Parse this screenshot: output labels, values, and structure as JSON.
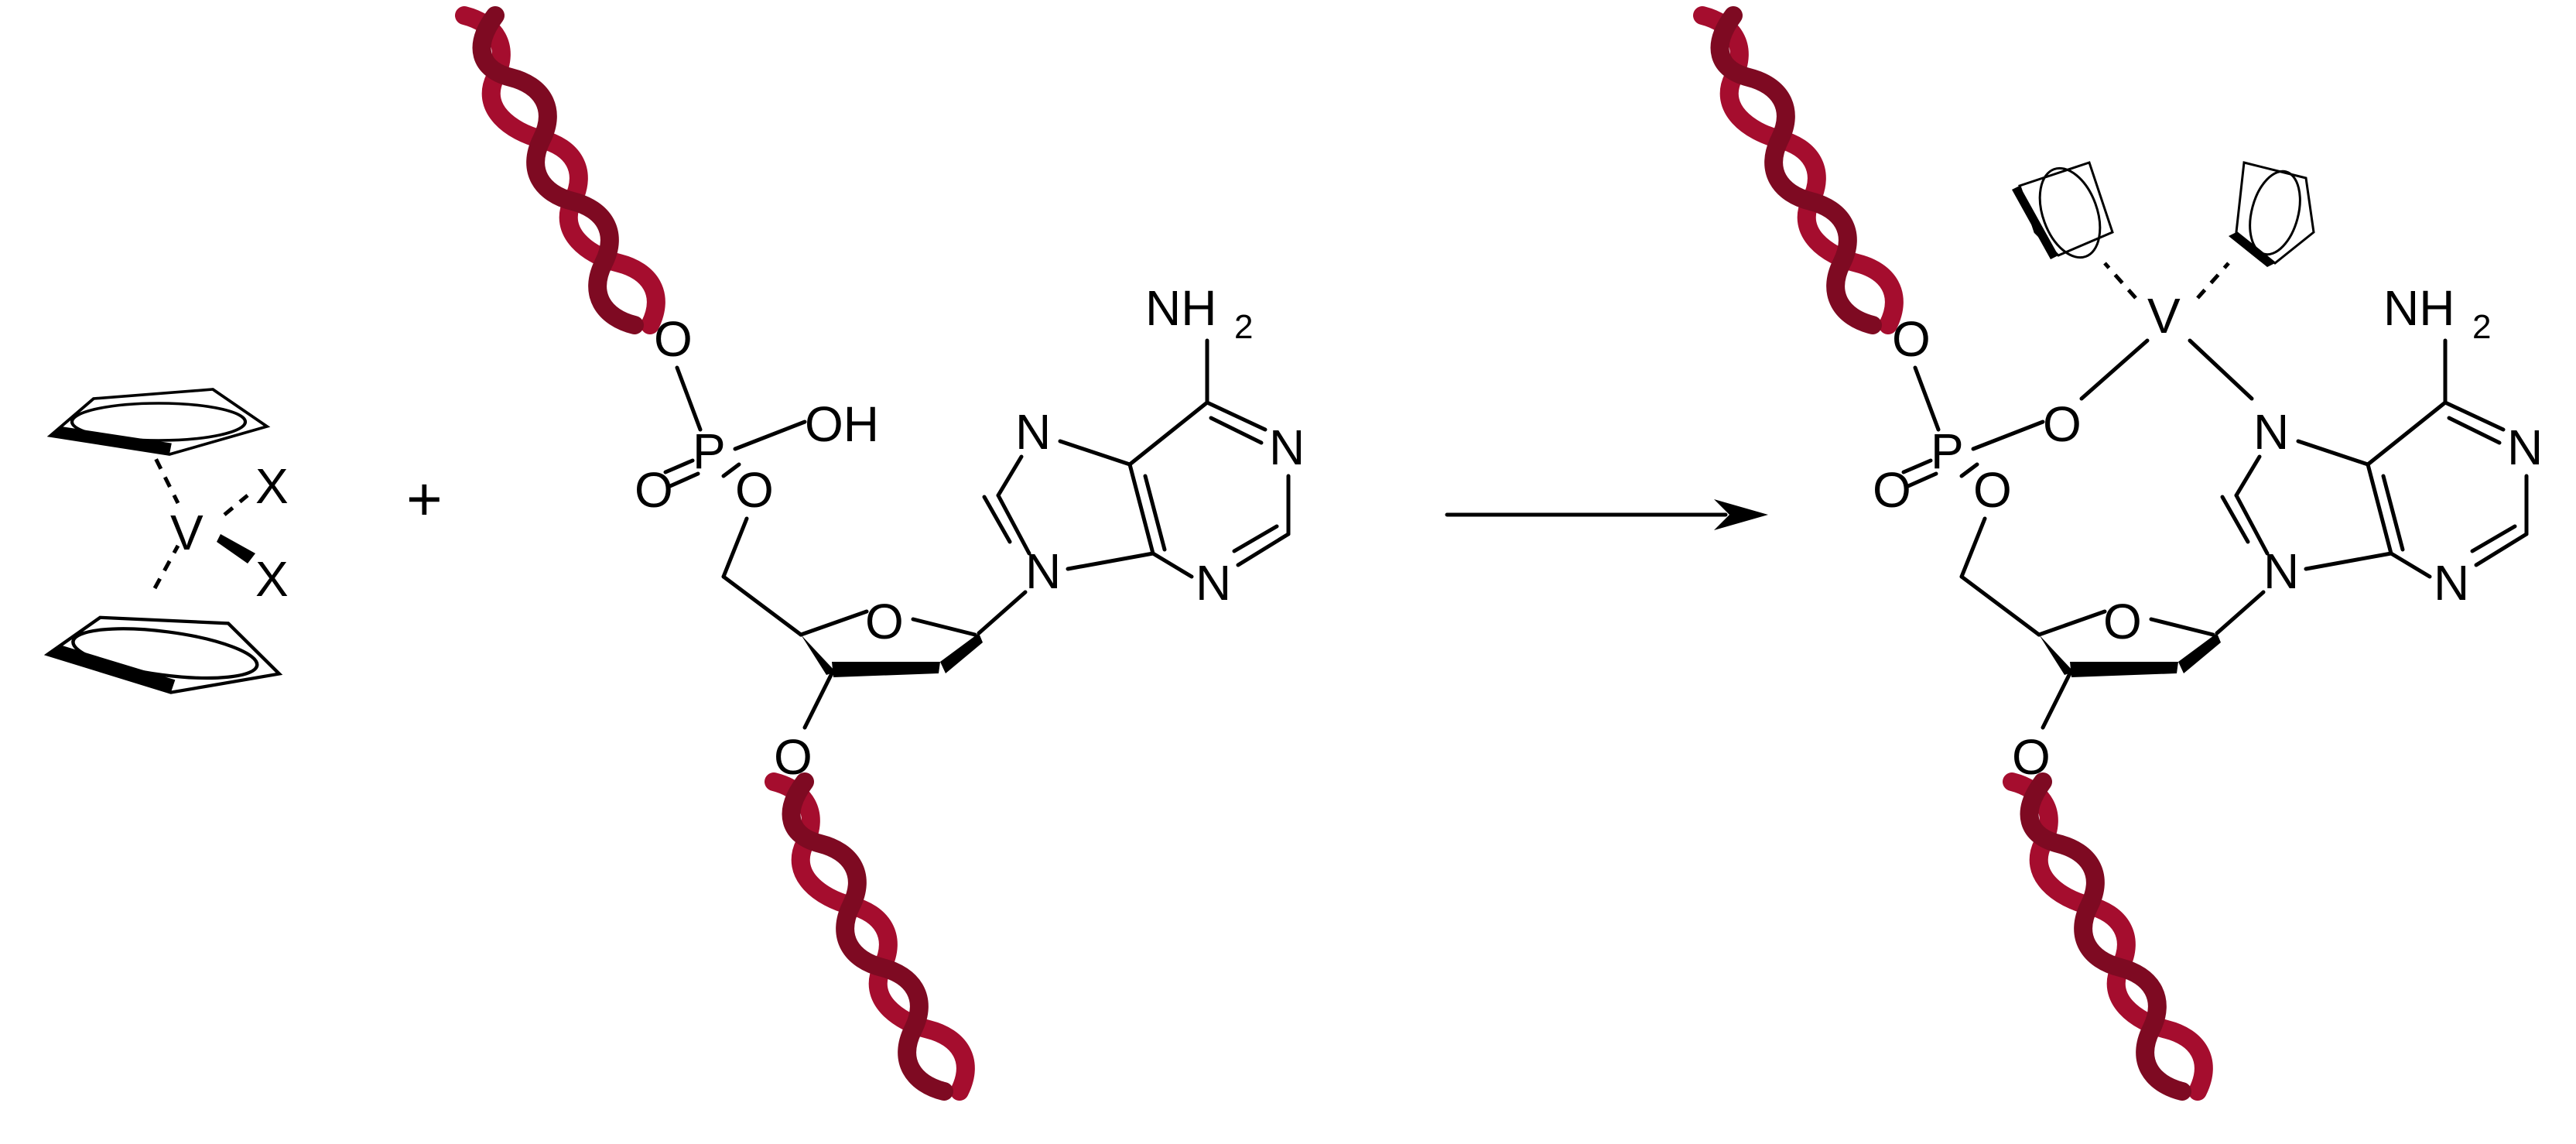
{
  "scheme": {
    "plus_sign": "+",
    "reactant_metal": {
      "metal": "V",
      "ligand_1": "X",
      "ligand_2": "X"
    },
    "nucleotide": {
      "phosphate": {
        "P": "P",
        "O_top": "O",
        "O_double": "O",
        "O_ester": "O",
        "OH": "OH"
      },
      "sugar": {
        "ring_O": "O",
        "O3": "O"
      },
      "base": {
        "N_amino": "NH",
        "N_amino_sub": "2",
        "N7": "N",
        "N1": "N",
        "N3": "N",
        "N9": "N"
      }
    },
    "product": {
      "metal": "V",
      "phosphate": {
        "P": "P",
        "O_top": "O",
        "O_double": "O",
        "O_ester": "O",
        "O_bridge": "O"
      },
      "sugar": {
        "ring_O": "O",
        "O3": "O"
      },
      "base": {
        "N_amino": "NH",
        "N_amino_sub": "2",
        "N7": "N",
        "N1": "N",
        "N3": "N",
        "N9": "N"
      }
    }
  },
  "colors": {
    "dna": "#a50d2e",
    "dna_dark": "#7e0a22",
    "ink": "#000000"
  }
}
